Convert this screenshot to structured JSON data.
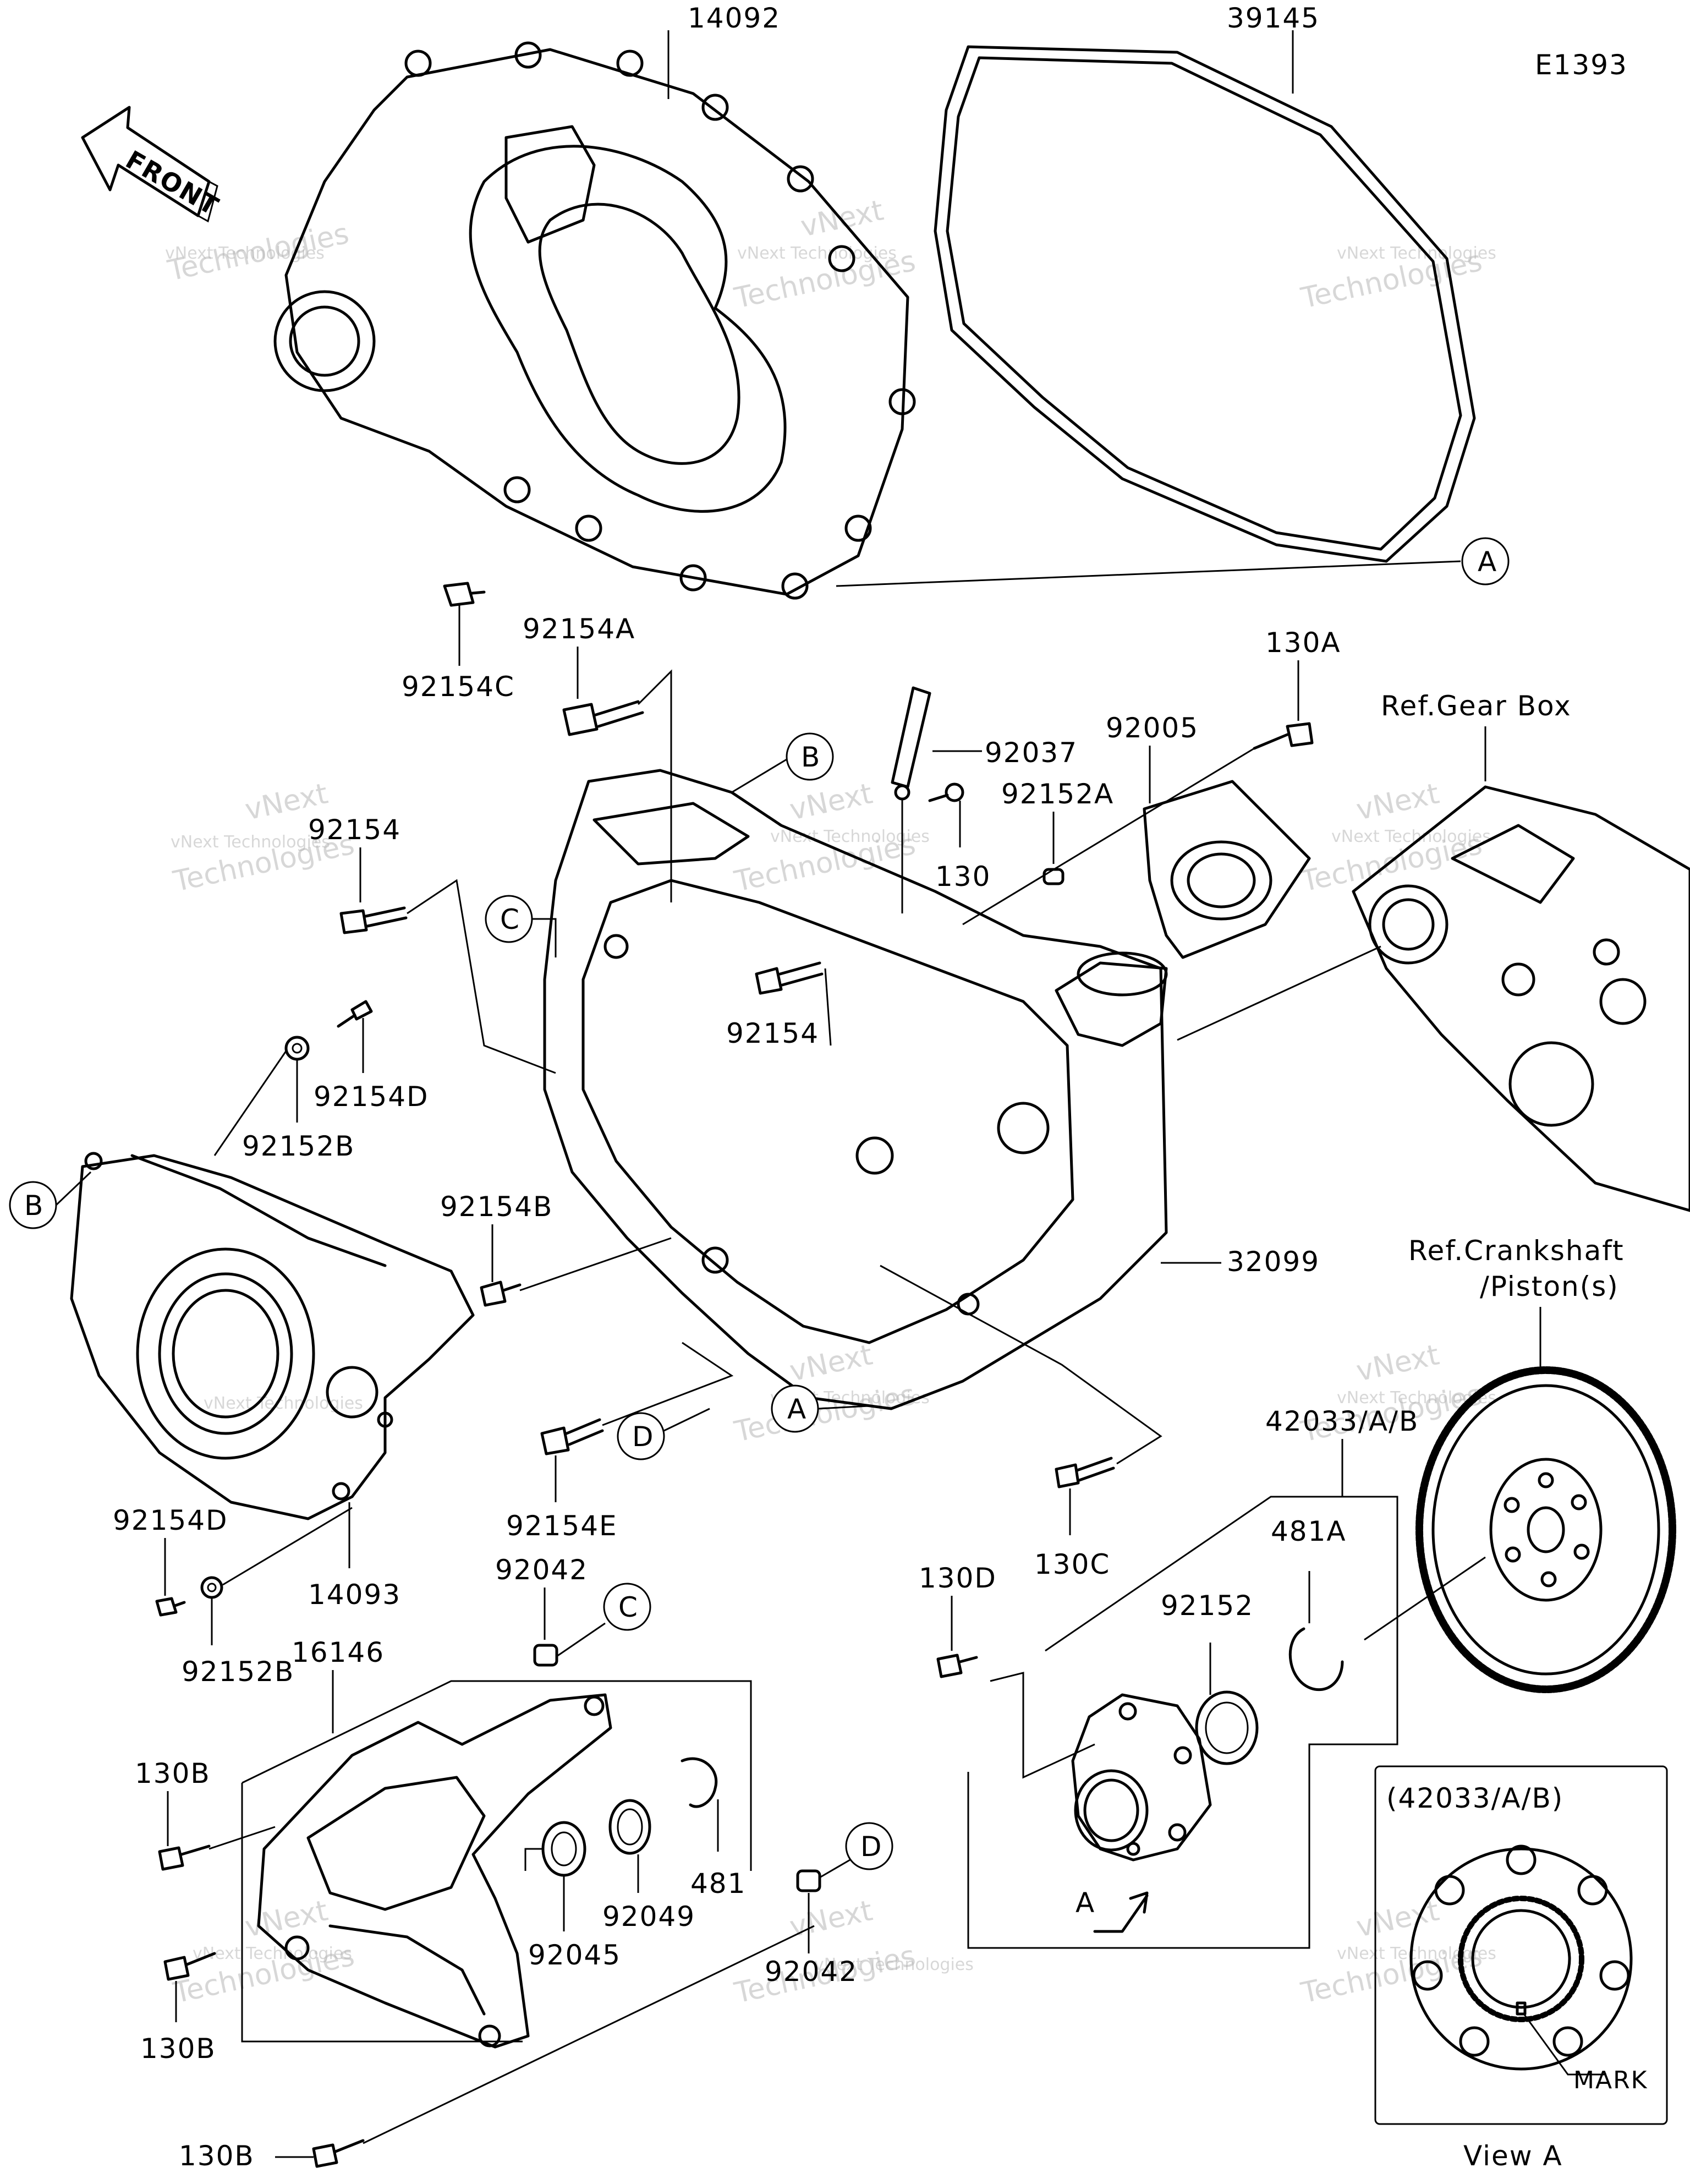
{
  "diagram_code": "E1393",
  "front_label": "FRONT",
  "parts": {
    "p14092": "14092",
    "p39145": "39145",
    "p92154C": "92154C",
    "p92154A": "92154A",
    "p130A": "130A",
    "p92037": "92037",
    "p92005": "92005",
    "p92152A": "92152A",
    "p130": "130",
    "p92154_left": "92154",
    "p92154_mid": "92154",
    "p92154D_top": "92154D",
    "p92152B_top": "92152B",
    "p92154B": "92154B",
    "p32099": "32099",
    "p92154E": "92154E",
    "p130C": "130C",
    "p42033": "42033/A/B",
    "p481A": "481A",
    "p130D": "130D",
    "p92152": "92152",
    "p92154D_bot": "92154D",
    "p92152B_bot": "92152B",
    "p14093": "14093",
    "p92042_top": "92042",
    "p16146": "16146",
    "p130B_1": "130B",
    "p130B_2": "130B",
    "p130B_3": "130B",
    "p92045": "92045",
    "p92049": "92049",
    "p481": "481",
    "p92042_bot": "92042"
  },
  "refs": {
    "gear_box": "Ref.Gear Box",
    "crankshaft_1": "Ref.Crankshaft",
    "crankshaft_2": "/Piston(s)"
  },
  "callouts": {
    "A1": "A",
    "A2": "A",
    "A3": "A",
    "B1": "B",
    "B2": "B",
    "C1": "C",
    "C2": "C",
    "D1": "D",
    "D2": "D"
  },
  "view_a": {
    "header": "(42033/A/B)",
    "mark": "MARK",
    "footer": "View A"
  },
  "watermark": {
    "line1": "vNext",
    "line2": "vNext Technologies",
    "line3": "Technologies"
  }
}
